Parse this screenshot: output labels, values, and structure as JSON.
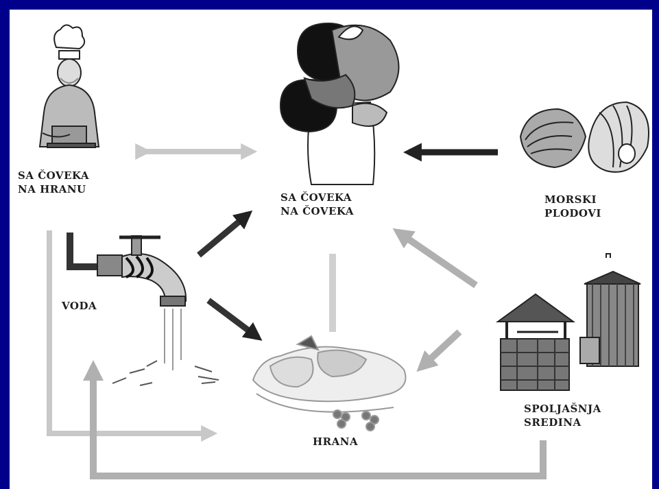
{
  "nodes": {
    "food_handler": {
      "label": "SA ČOVEKA\nNA HRANU",
      "icon": "chef-icon"
    },
    "person_to_person": {
      "label": "SA ČOVEKA\nNA ČOVEKA",
      "icon": "embracing-people-icon"
    },
    "seafood": {
      "label": "MORSKI\nPLODOVI",
      "icon": "shellfish-icon"
    },
    "water": {
      "label": "VODA",
      "icon": "water-tap-icon"
    },
    "food": {
      "label": "HRANA",
      "icon": "food-pile-icon"
    },
    "environment": {
      "label": "SPOLJAŠNJA\nSREDINA",
      "icon": "well-and-outhouse-icon"
    }
  },
  "colors": {
    "frame": "#00008b",
    "background": "#ffffff",
    "arrow_dark": "#222222",
    "arrow_light": "#c8c8c8",
    "text": "#1e1e1e"
  }
}
